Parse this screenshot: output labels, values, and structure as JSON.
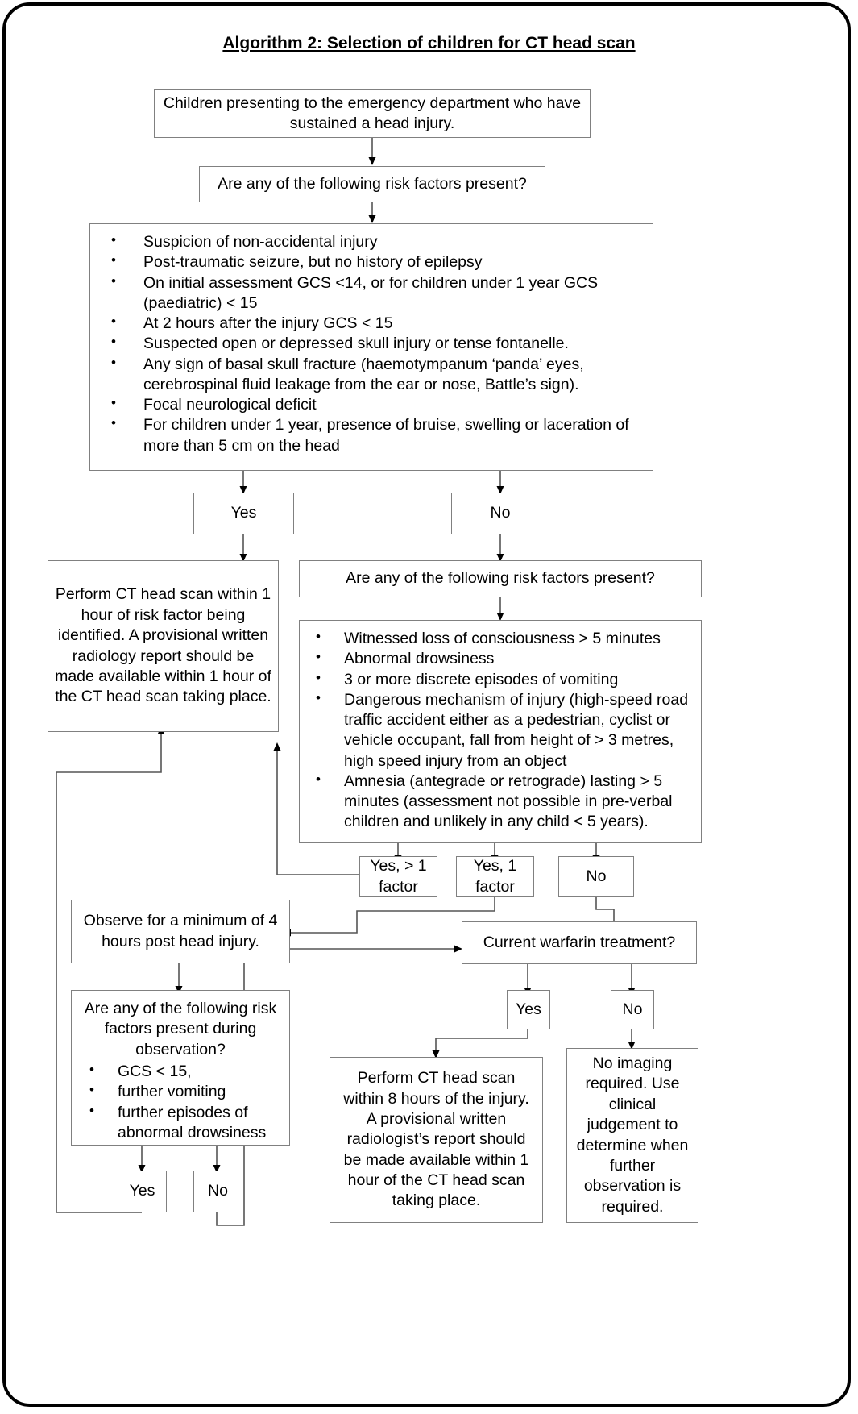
{
  "title": "Algorithm 2: Selection of children for CT head scan",
  "nodes": {
    "start": "Children presenting to the emergency department who have sustained a head injury.",
    "decision1": "Are any of the following risk factors present?",
    "risk1_items": [
      "Suspicion of non-accidental injury",
      "Post-traumatic seizure, but no history of epilepsy",
      "On initial assessment GCS <14, or for children under 1 year GCS (paediatric) < 15",
      "At 2 hours after the injury GCS < 15",
      "Suspected open or depressed skull injury or tense fontanelle.",
      "Any sign of basal skull fracture (haemotympanum ‘panda’ eyes, cerebrospinal fluid leakage from the ear or nose, Battle’s sign).",
      "Focal neurological deficit",
      "For children under 1 year, presence of bruise, swelling or laceration of more than 5 cm on the head"
    ],
    "yes1": "Yes",
    "no1": "No",
    "ct_1hour": "Perform CT head scan within 1 hour of risk factor being identified. A provisional written radiology report should be made available within 1 hour of the CT head scan taking place.",
    "decision2": "Are any of the following risk factors present?",
    "risk2_items": [
      "Witnessed loss of consciousness > 5 minutes",
      "Abnormal drowsiness",
      "3 or more discrete episodes of vomiting",
      "Dangerous mechanism of injury (high-speed road traffic accident either as a pedestrian, cyclist or vehicle occupant, fall from height of > 3 metres, high speed injury from an object",
      "Amnesia (antegrade or retrograde) lasting > 5 minutes (assessment not possible in pre-verbal children and unlikely in any child < 5 years)."
    ],
    "yes_gt1": "Yes, > 1 factor",
    "yes_1": "Yes, 1 factor",
    "no2": "No",
    "observe": "Observe for a minimum of 4 hours post head injury.",
    "warfarin": "Current warfarin treatment?",
    "observe_question": "Are any of the following risk factors present during observation?",
    "observe_items": [
      "GCS < 15,",
      "further vomiting",
      "further episodes of abnormal drowsiness"
    ],
    "yes3": "Yes",
    "no3": "No",
    "yes_warfarin": "Yes",
    "no_warfarin": "No",
    "ct_8hour": "Perform CT head scan within 8 hours of the injury. A provisional written radiologist’s report should be made available within 1 hour of the CT head scan taking place.",
    "no_imaging": "No imaging required. Use clinical judgement to determine when further observation is required."
  },
  "colors": {
    "border": "#808080",
    "ink": "#000000",
    "background": "#ffffff",
    "frame": "#000000"
  }
}
